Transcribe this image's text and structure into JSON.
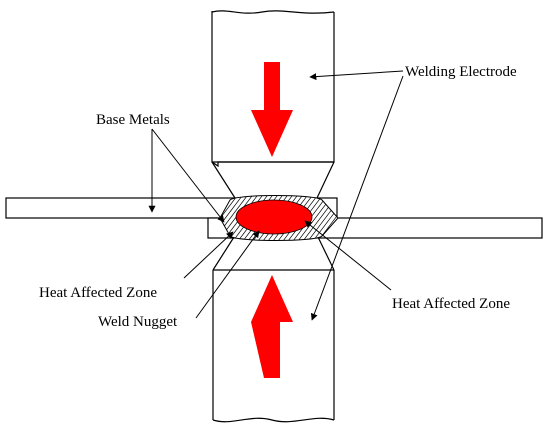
{
  "labels": {
    "welding_electrode": "Welding Electrode",
    "base_metals": "Base Metals",
    "heat_affected_zone_left": "Heat Affected Zone",
    "weld_nugget": "Weld Nugget",
    "heat_affected_zone_right": "Heat Affected Zone"
  },
  "colors": {
    "force_arrow": "#ff0000",
    "nugget": "#ff0000",
    "outline": "#000000",
    "background": "#ffffff"
  }
}
